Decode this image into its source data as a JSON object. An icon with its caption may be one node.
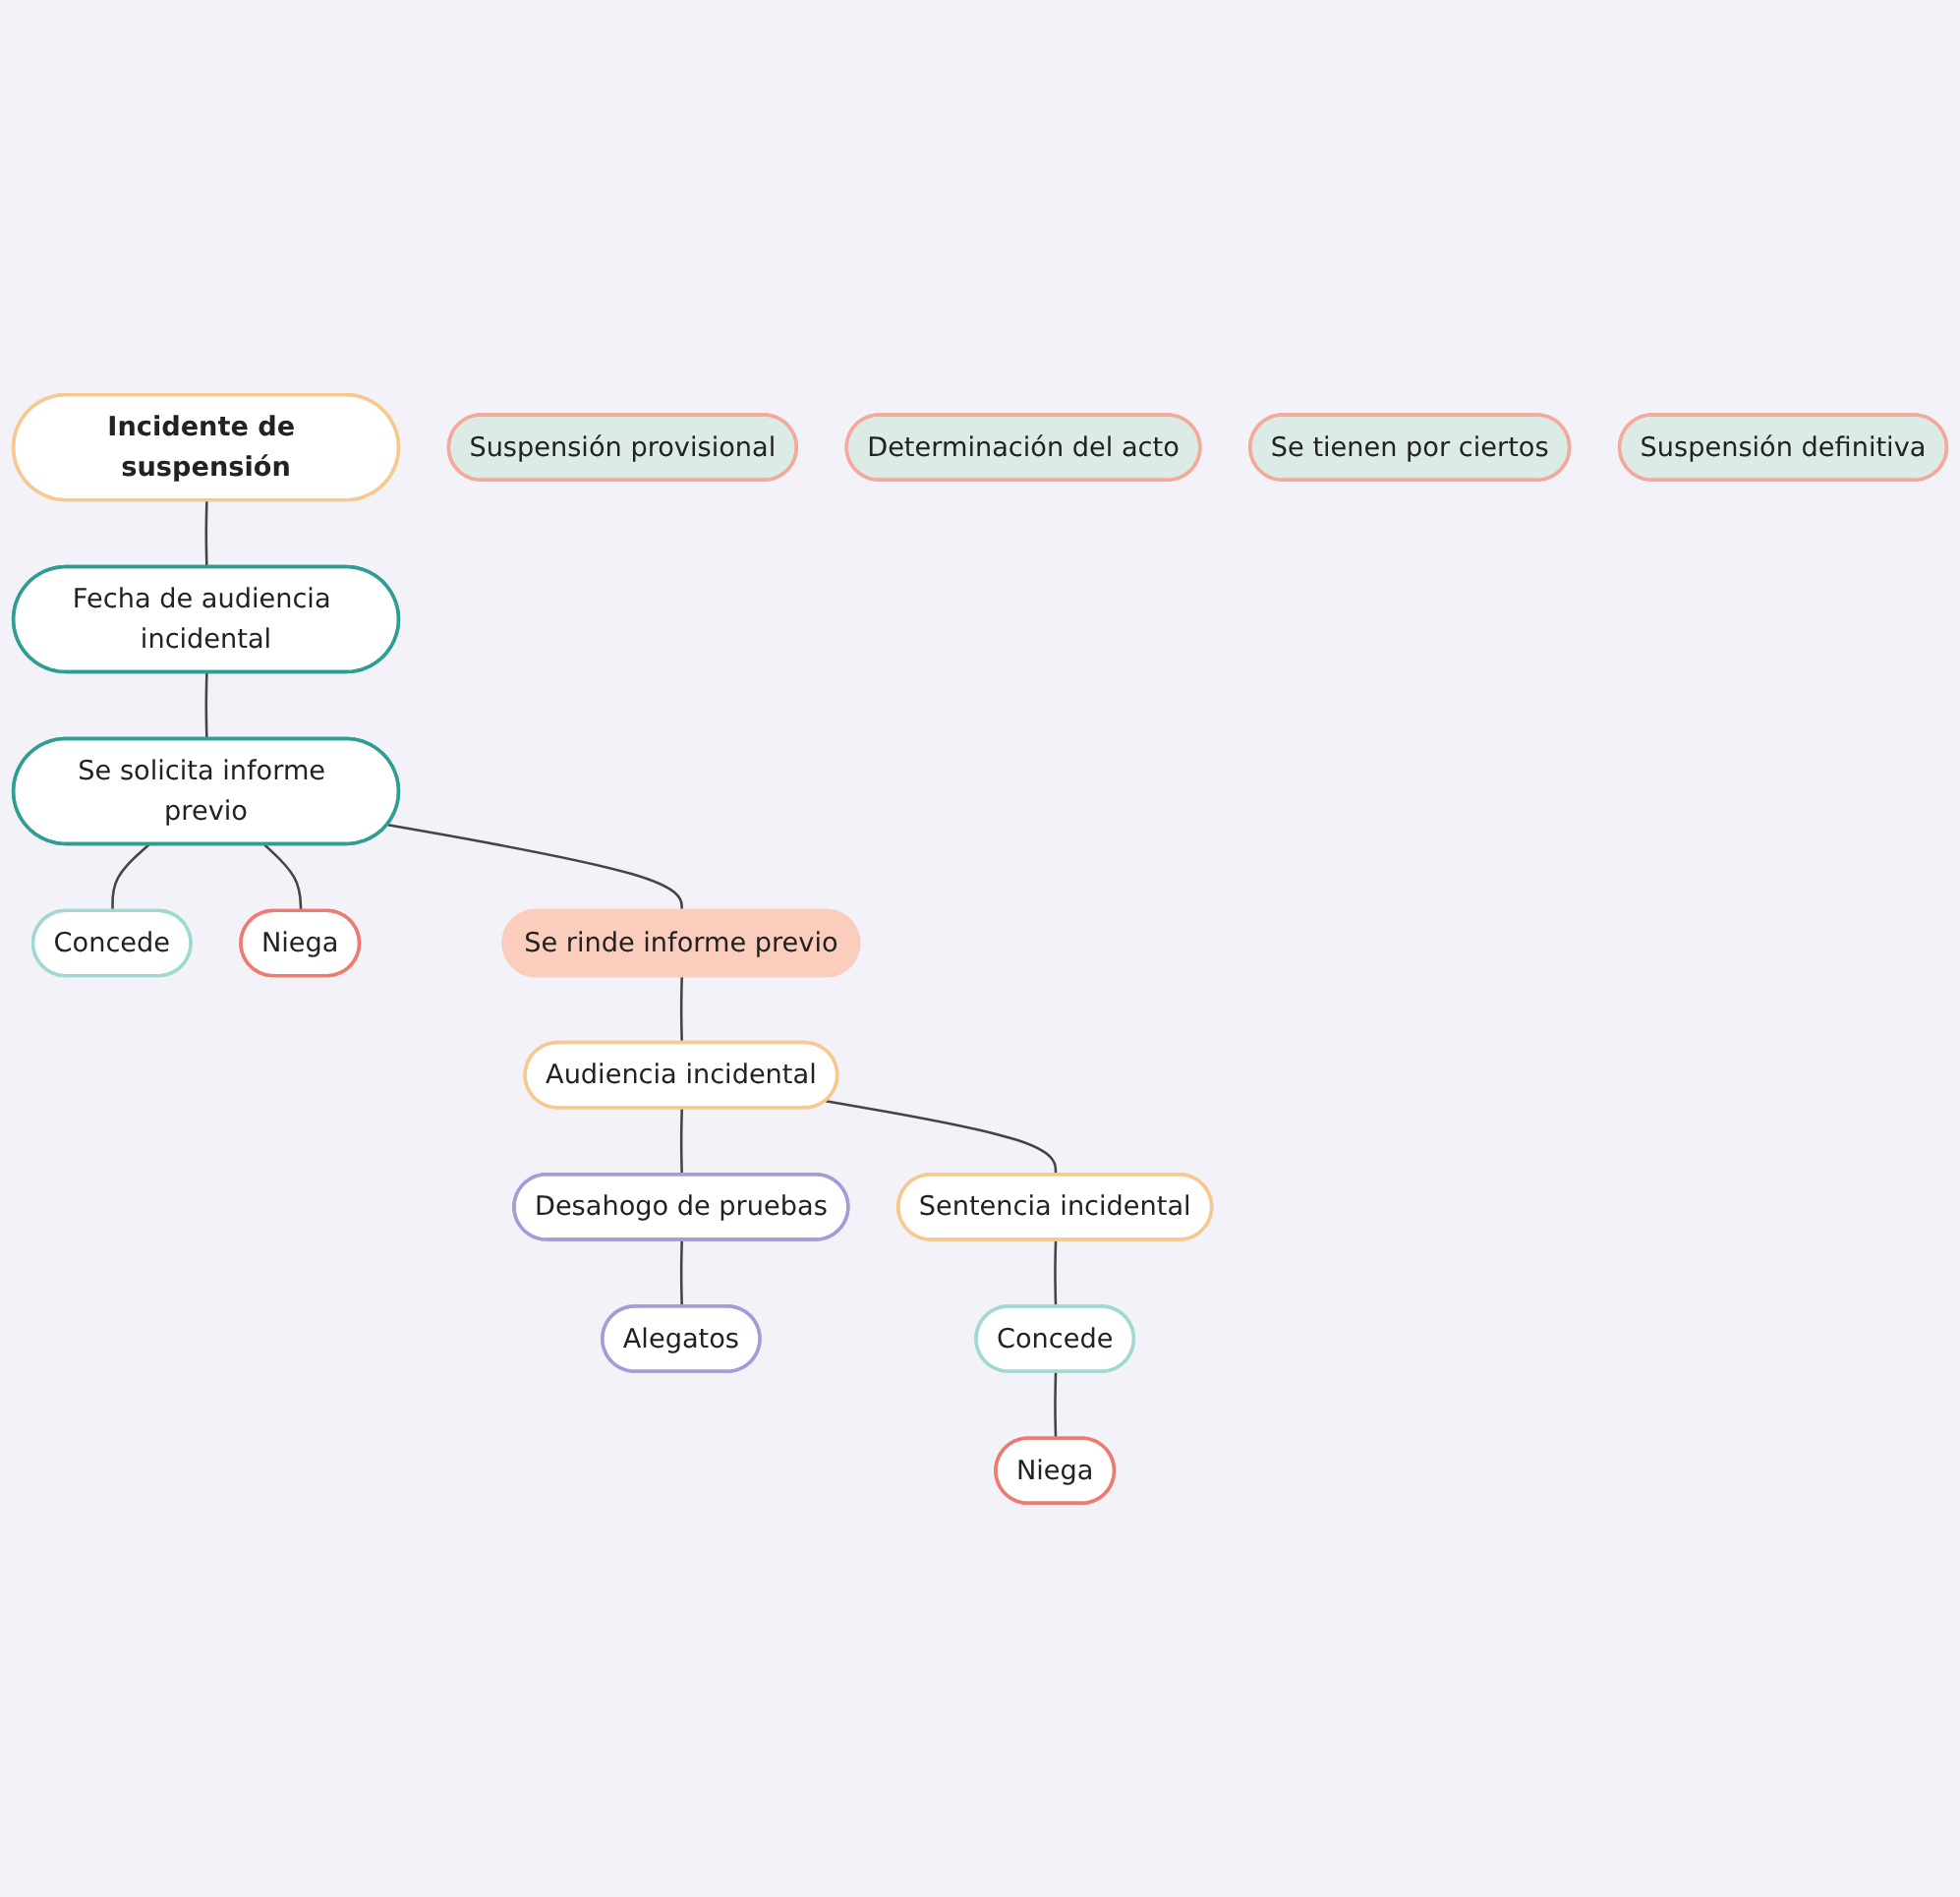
{
  "diagram": {
    "nodes": [
      {
        "text": [
          "Incidente de suspensión"
        ]
      },
      {
        "text": [
          "Fecha de audiencia incidental"
        ]
      },
      {
        "text": [
          "Se solicita informe previo"
        ]
      },
      {
        "text": [
          "Concede"
        ]
      },
      {
        "text": [
          "Niega"
        ]
      },
      {
        "text": [
          "Suspensión provisional"
        ]
      },
      {
        "text": [
          "Se rinde informe previo"
        ]
      },
      {
        "text": [
          "Determinación del acto"
        ]
      },
      {
        "text": [
          "Se tienen por ciertos"
        ]
      },
      {
        "text": [
          "Audiencia incidental"
        ]
      },
      {
        "text": [
          "Sentencia incidental"
        ]
      },
      {
        "text": [
          "Desahogo de pruebas"
        ]
      },
      {
        "text": [
          "Alegatos"
        ]
      },
      {
        "text": [
          "Concede"
        ]
      },
      {
        "text": [
          "Niega"
        ]
      },
      {
        "text": [
          "Suspensión definitiva"
        ]
      }
    ],
    "edges": [
      {
        "from": 0,
        "to": 1,
        "arrow": "none"
      },
      {
        "from": 1,
        "to": 2,
        "arrow": "none"
      },
      {
        "from": 2,
        "to": 3,
        "arrow": "none"
      },
      {
        "from": 2,
        "to": 4,
        "arrow": "none"
      },
      {
        "from": 2,
        "to": 6,
        "arrow": "none"
      },
      {
        "from": 6,
        "to": 9,
        "arrow": "none"
      },
      {
        "from": 9,
        "to": 10,
        "arrow": "none"
      },
      {
        "from": 9,
        "to": 11,
        "arrow": "none"
      },
      {
        "from": 11,
        "to": 12,
        "arrow": "none"
      },
      {
        "from": 10,
        "to": 13,
        "arrow": "none"
      },
      {
        "from": 13,
        "to": 14,
        "arrow": "none"
      }
    ]
  }
}
